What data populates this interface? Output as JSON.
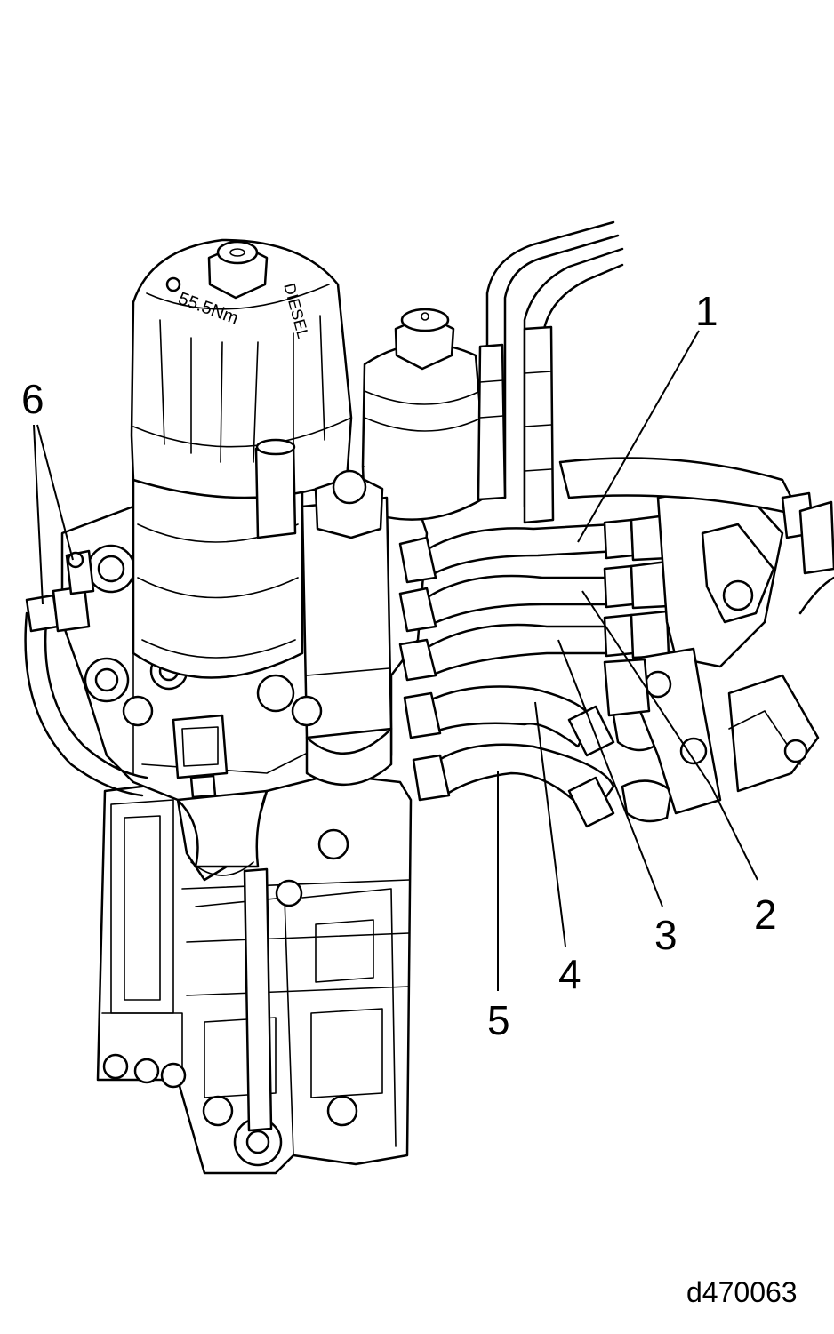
{
  "callouts": {
    "c1": "1",
    "c2": "2",
    "c3": "3",
    "c4": "4",
    "c5": "5",
    "c6": "6"
  },
  "figure_id": "d470063",
  "cap_text": {
    "torque": "55.5Nm",
    "brand": "DIESEL"
  }
}
